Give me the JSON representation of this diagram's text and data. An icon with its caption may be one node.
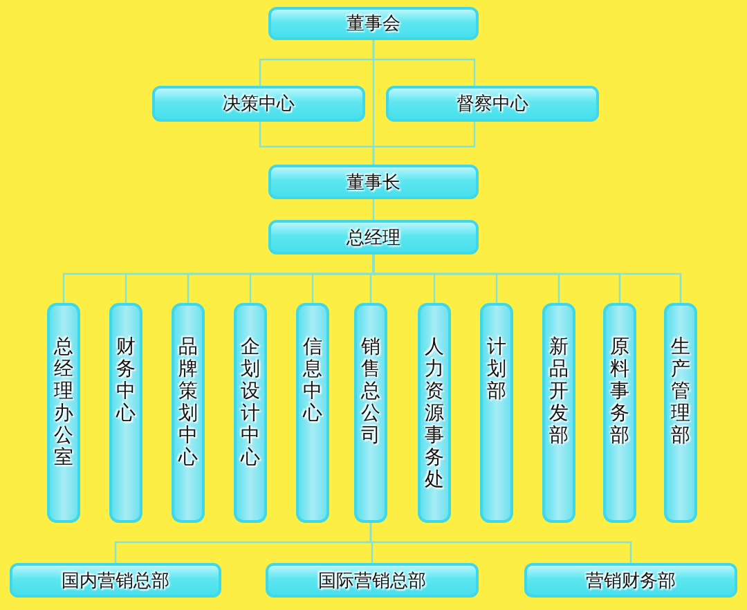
{
  "diagram": {
    "nodes": [
      {
        "text": [
          "董事会"
        ]
      },
      {
        "text": [
          "决策中心"
        ]
      },
      {
        "text": [
          "督察中心"
        ]
      },
      {
        "text": [
          "董事长"
        ]
      },
      {
        "text": [
          "总经理"
        ]
      },
      {
        "text": [
          "总经理办公室"
        ]
      },
      {
        "text": [
          "财务中心"
        ]
      },
      {
        "text": [
          "品牌策划中心"
        ]
      },
      {
        "text": [
          "企划设计中心"
        ]
      },
      {
        "text": [
          "信息中心"
        ]
      },
      {
        "text": [
          "销售总公司"
        ]
      },
      {
        "text": [
          "人力资源事务处"
        ]
      },
      {
        "text": [
          "计划部"
        ]
      },
      {
        "text": [
          "新品开发部"
        ]
      },
      {
        "text": [
          "原料事务部"
        ]
      },
      {
        "text": [
          "生产管理部"
        ]
      },
      {
        "text": [
          "国内营销总部"
        ]
      },
      {
        "text": [
          "国际营销总部"
        ]
      },
      {
        "text": [
          "营销财务部"
        ]
      }
    ],
    "edges": [
      {
        "from": 0,
        "to": 1,
        "arrow": "none"
      },
      {
        "from": 0,
        "to": 2,
        "arrow": "none"
      },
      {
        "from": 0,
        "to": 3,
        "arrow": "none"
      },
      {
        "from": 1,
        "to": 3,
        "arrow": "none"
      },
      {
        "from": 2,
        "to": 3,
        "arrow": "none"
      },
      {
        "from": 3,
        "to": 4,
        "arrow": "none"
      },
      {
        "from": 4,
        "to": 5,
        "arrow": "none"
      },
      {
        "from": 4,
        "to": 6,
        "arrow": "none"
      },
      {
        "from": 4,
        "to": 7,
        "arrow": "none"
      },
      {
        "from": 4,
        "to": 8,
        "arrow": "none"
      },
      {
        "from": 4,
        "to": 9,
        "arrow": "none"
      },
      {
        "from": 4,
        "to": 10,
        "arrow": "none"
      },
      {
        "from": 4,
        "to": 11,
        "arrow": "none"
      },
      {
        "from": 4,
        "to": 12,
        "arrow": "none"
      },
      {
        "from": 4,
        "to": 13,
        "arrow": "none"
      },
      {
        "from": 4,
        "to": 14,
        "arrow": "none"
      },
      {
        "from": 4,
        "to": 15,
        "arrow": "none"
      },
      {
        "from": 10,
        "to": 16,
        "arrow": "none"
      },
      {
        "from": 10,
        "to": 17,
        "arrow": "none"
      },
      {
        "from": 10,
        "to": 18,
        "arrow": "none"
      }
    ]
  }
}
